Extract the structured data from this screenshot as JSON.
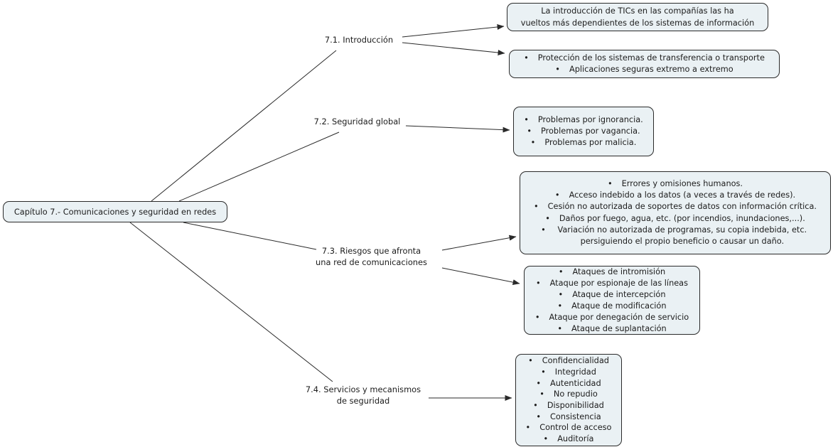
{
  "glyphs": {
    "bullet": "•"
  },
  "colors": {
    "box_fill": "#eaf1f4",
    "box_border": "#2a2a2a",
    "line": "#2a2a2a",
    "text": "#1c1c1c",
    "background": "#ffffff"
  },
  "root_node": {
    "label": "Capítulo 7.- Comunicaciones y seguridad en redes"
  },
  "sections": {
    "s71": {
      "label_line1": "7.1. Introducción"
    },
    "s72": {
      "label_line1": "7.2. Seguridad global"
    },
    "s73": {
      "label_line1": "7.3. Riesgos que afronta",
      "label_line2": "una red de comunicaciones"
    },
    "s74": {
      "label_line1": "7.4. Servicios y mecanismos",
      "label_line2": "de seguridad"
    }
  },
  "boxes": {
    "intro_statement": {
      "line1": "La introducción de TICs en las compañías las ha",
      "line2": "vueltos más dependientes de los sistemas de información"
    },
    "intro_protection": {
      "items": [
        "Protección de los sistemas de transferencia o transporte",
        "Aplicaciones seguras extremo a extremo"
      ]
    },
    "global_problems": {
      "items": [
        "Problemas por ignorancia.",
        "Problemas por vagancia.",
        "Problemas por malicia."
      ]
    },
    "network_risks": {
      "items": [
        "Errores y omisiones humanos.",
        "Acceso indebido a los datos (a veces a través de redes).",
        "Cesión no autorizada de soportes de datos con información crítica.",
        "Daños por fuego, agua, etc. (por incendios, inundaciones,...).",
        "Variación no autorizada de programas, su copia indebida, etc. persiguiendo el propio beneficio o causar un daño."
      ]
    },
    "attack_types": {
      "items": [
        "Ataques de intromisión",
        "Ataque por espionaje de las líneas",
        "Ataque de intercepción",
        "Ataque de modificación",
        "Ataque por denegación de servicio",
        "Ataque de suplantación"
      ]
    },
    "security_services": {
      "items": [
        "Confidencialidad",
        "Integridad",
        "Autenticidad",
        "No repudio",
        "Disponibilidad",
        "Consistencia",
        "Control de acceso",
        "Auditoría"
      ]
    }
  }
}
